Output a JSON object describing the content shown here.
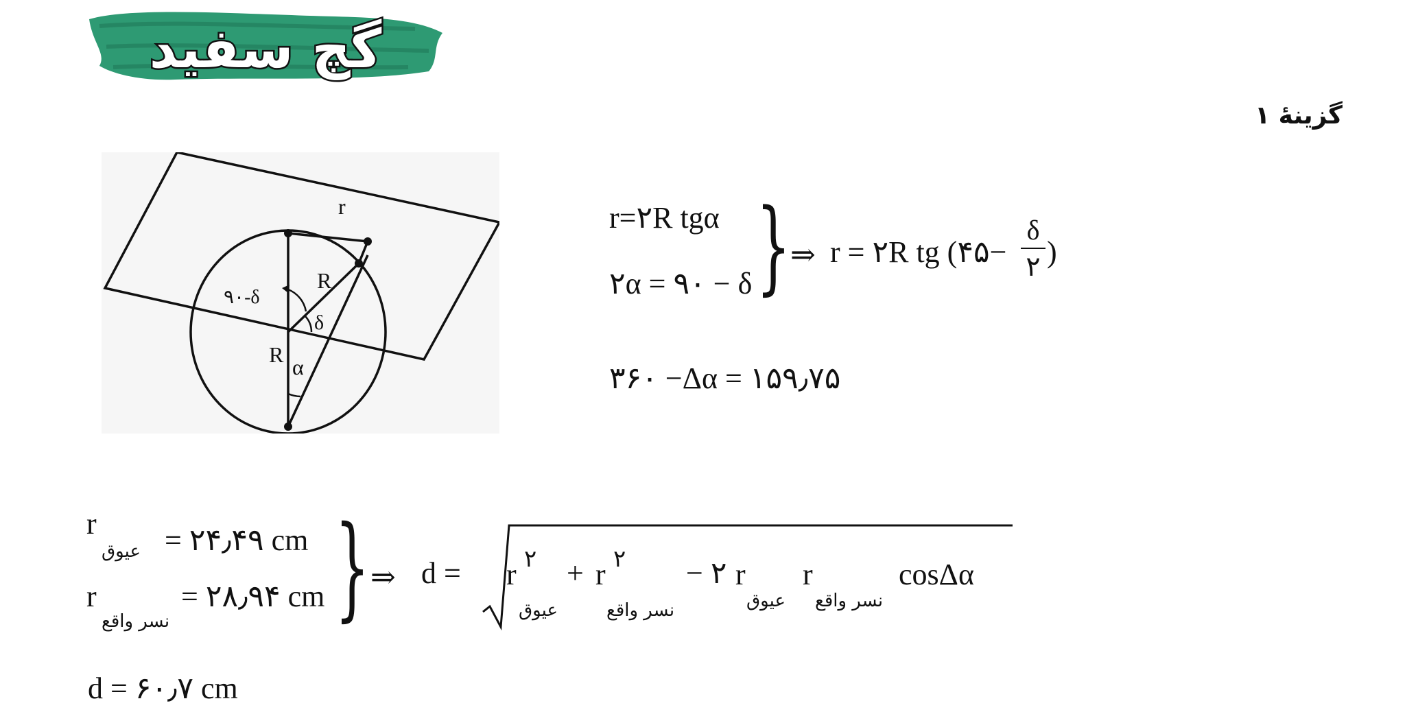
{
  "logo": {
    "text": "گچ سفید",
    "colors": {
      "brush": "#2e9a73",
      "brush_dark": "#1f7a58",
      "letters": "#ffffff",
      "outline": "#111111"
    }
  },
  "answer_label": "گزینهٔ ۱",
  "diagram": {
    "label_r": "r",
    "label_R_upper": "R",
    "label_R_lower": "R",
    "label_angle_complement": "۹۰-δ",
    "label_delta": "δ",
    "label_alpha": "α"
  },
  "equations": {
    "eq1": "r=۲R tgα",
    "eq2": "۲α = ۹۰ − δ",
    "implies1": "⇒",
    "result1_prefix": "r = ۲R  tg (۴۵−",
    "result1_frac_num": "δ",
    "result1_frac_den": "۲",
    "result1_suffix": ")",
    "eq3": "۳۶۰ −Δα = ۱۵۹٫۷۵",
    "r_eyuq_base": "r",
    "r_eyuq_sub": "عیوق",
    "r_eyuq_value": "= ۲۴٫۴۹ cm",
    "r_nasr_base": "r",
    "r_nasr_sub": "نسر واقع",
    "r_nasr_value": "= ۲۸٫۹۴ cm",
    "implies2": "⇒",
    "d_lhs": "d =",
    "rad_r1": "r",
    "rad_r1_sup": "۲",
    "rad_r1_sub": "عیوق",
    "rad_plus": "+",
    "rad_r2": "r",
    "rad_r2_sup": "۲",
    "rad_r2_sub": "نسر واقع",
    "rad_minus_two": "− ۲",
    "rad_r3": "r",
    "rad_r3_sub": "عیوق",
    "rad_r4": "r",
    "rad_r4_sub": "نسر واقع",
    "rad_cos": "cosΔα",
    "final": "d = ۶۰٫۷ cm"
  }
}
